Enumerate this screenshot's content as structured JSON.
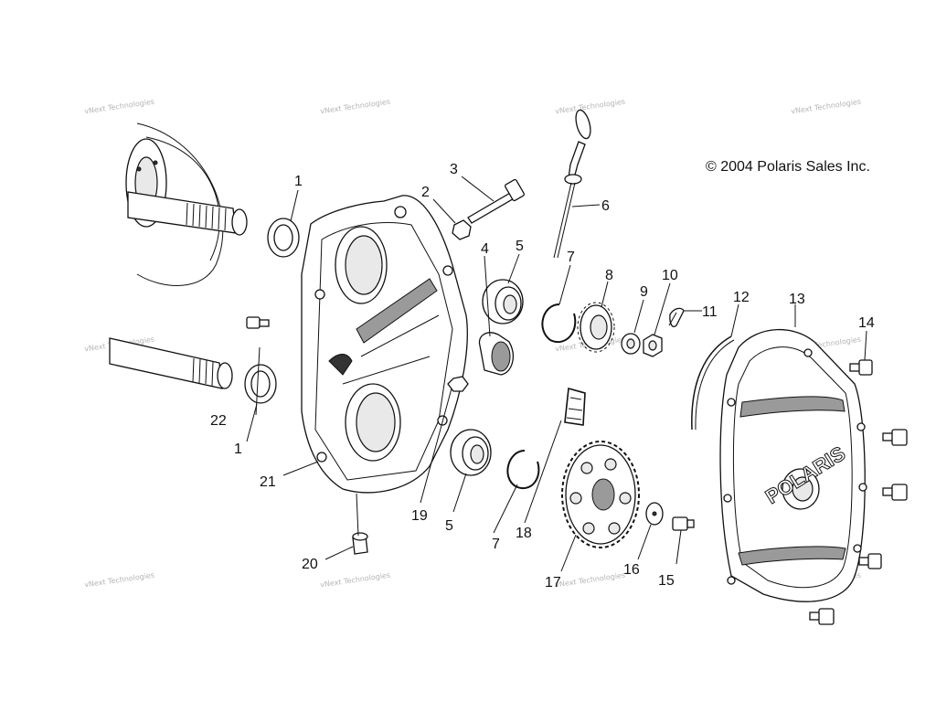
{
  "copyright": "© 2004 Polaris Sales Inc.",
  "brand_logo": "POLARIS",
  "watermark": "vNext Technologies",
  "callouts": {
    "c1a": "1",
    "c1b": "1",
    "c2": "2",
    "c3": "3",
    "c4": "4",
    "c5a": "5",
    "c5b": "5",
    "c6": "6",
    "c7a": "7",
    "c7b": "7",
    "c8": "8",
    "c9": "9",
    "c10": "10",
    "c11": "11",
    "c12": "12",
    "c13": "13",
    "c14": "14",
    "c15": "15",
    "c16": "16",
    "c17": "17",
    "c18": "18",
    "c19": "19",
    "c20": "20",
    "c21": "21",
    "c22": "22"
  }
}
